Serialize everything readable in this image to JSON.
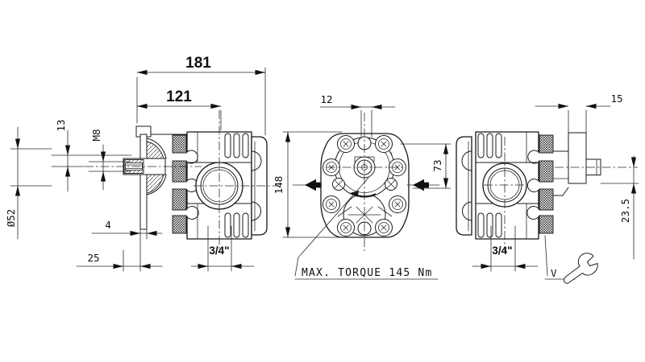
{
  "drawing": {
    "title": "hydraulic gear pump orthographic views",
    "background": "#ffffff",
    "ink_color": "#161616",
    "left_view": {
      "dims": {
        "overall_length": "181",
        "flange_to_port_axis": "121",
        "key_height": "13",
        "shaft_thread": "M8",
        "pilot_diameter": "Ø52",
        "flange_thickness": "4",
        "shaft_length": "25",
        "port_size": "3/4\""
      }
    },
    "front_view": {
      "dims": {
        "top_boss_width": "12",
        "overall_height": "148",
        "axis_to_top": "73"
      },
      "note": "MAX. TORQUE 145 Nm"
    },
    "right_view": {
      "dims": {
        "bracket_thickness": "15",
        "axis_to_bracket": "23.5",
        "port_size": "3/4\""
      },
      "valve_marker": "V"
    }
  }
}
